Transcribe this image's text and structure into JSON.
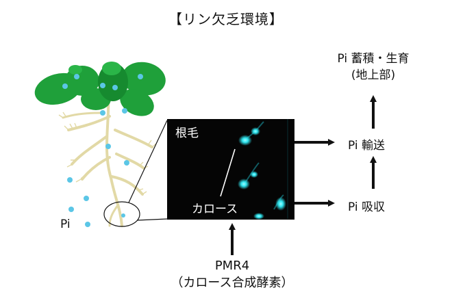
{
  "title": "【リン欠乏環境】",
  "labels": {
    "pi_soil": "Pi",
    "root_hair": "根毛",
    "callose": "カロース",
    "pi_uptake": "Pi 吸収",
    "pi_transport": "Pi 輸送",
    "pi_storage_line1": "Pi 蓄積・生育",
    "pi_storage_line2": "(地上部)",
    "enzyme_line1": "PMR4",
    "enzyme_line2": "（カロース合成酵素）"
  },
  "colors": {
    "leaf": "#1fa03a",
    "leaf_dark": "#168a2f",
    "root": "#e2d9a6",
    "phosphate_dot": "#5bc6e6",
    "micrograph_bg": "#050505",
    "fluorescence": "#2fe6f0",
    "arrow": "#111111"
  }
}
